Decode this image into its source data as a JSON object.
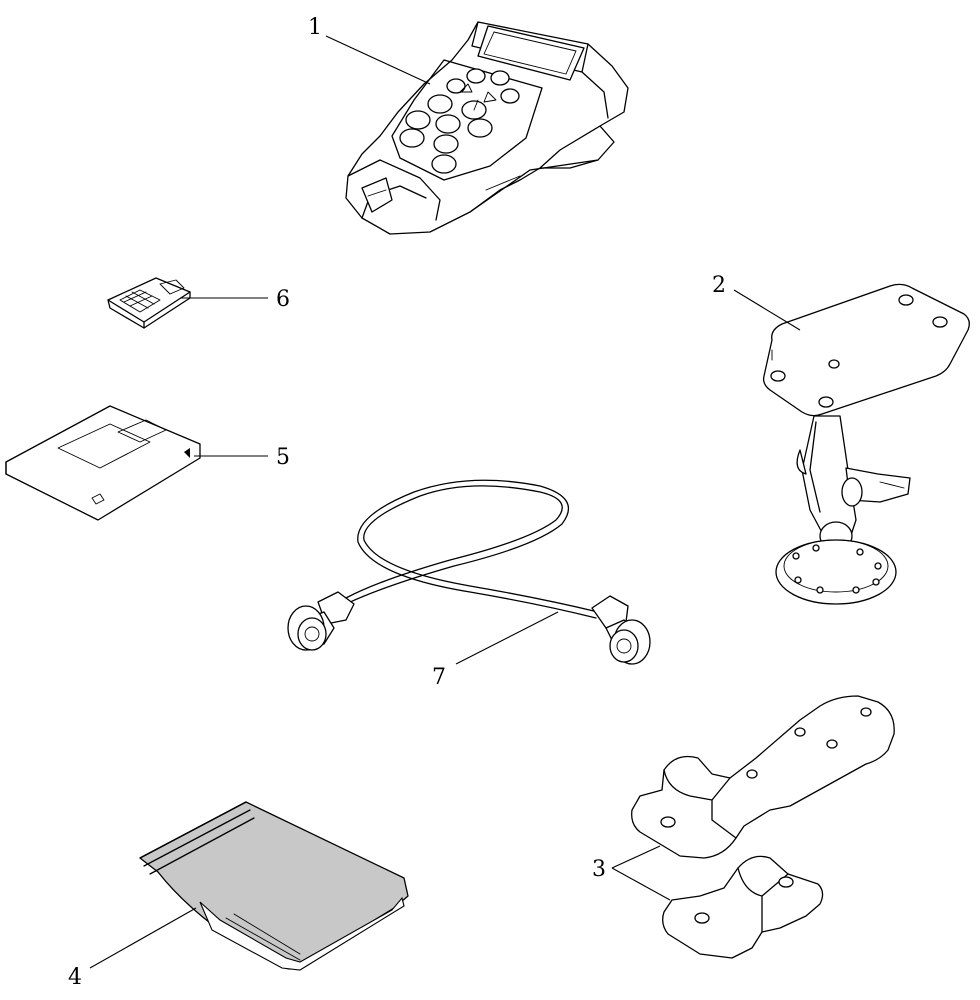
{
  "figure": {
    "background": "#ffffff",
    "line_color": "#000000",
    "bag_fill": "#c8c8c8"
  },
  "callouts": [
    {
      "id": "handheld-terminal",
      "label": "1"
    },
    {
      "id": "suction-cup-mount",
      "label": "2"
    },
    {
      "id": "clamp-bracket-set",
      "label": "3"
    },
    {
      "id": "storage-bag",
      "label": "4"
    },
    {
      "id": "floppy-disk",
      "label": "5"
    },
    {
      "id": "memory-card",
      "label": "6"
    },
    {
      "id": "connector-cable",
      "label": "7"
    }
  ]
}
